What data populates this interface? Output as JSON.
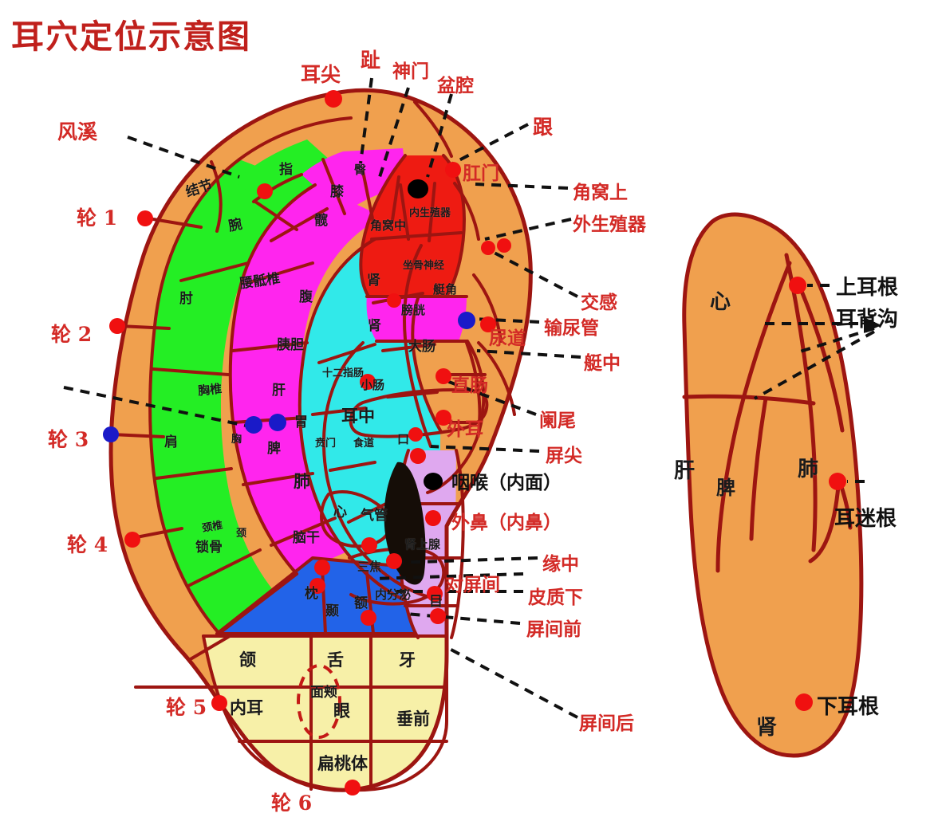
{
  "title": "耳穴定位示意图",
  "colors": {
    "title_red": "#c0201c",
    "label_red": "#d32a26",
    "outline_red": "#a11713",
    "helix_orange": "#f0a04e",
    "green": "#24ee24",
    "magenta": "#ff25ee",
    "cyan": "#31e9e9",
    "red_zone": "#ee1b12",
    "blue_zone": "#2263e8",
    "lobe_yellow": "#f7f0a8",
    "tragus_purple": "#dfa8ef",
    "point_red": "#f01010",
    "point_blue": "#1a1ac8",
    "point_black": "#000000",
    "back_ear_orange": "#f0a04e"
  },
  "front_ear": {
    "callouts_top": [
      {
        "id": "er-jian",
        "text": "耳尖"
      },
      {
        "id": "zhi",
        "text": "趾"
      },
      {
        "id": "shen-men",
        "text": "神门"
      },
      {
        "id": "pen-qiang",
        "text": "盆腔"
      },
      {
        "id": "gen",
        "text": "跟"
      }
    ],
    "callouts_left": [
      {
        "id": "feng-xi",
        "text": "风溪"
      },
      {
        "id": "lun-1",
        "text": "轮 1"
      },
      {
        "id": "lun-2",
        "text": "轮 2"
      },
      {
        "id": "lun-3",
        "text": "轮 3"
      },
      {
        "id": "lun-4",
        "text": "轮 4"
      },
      {
        "id": "lun-5",
        "text": "轮 5"
      },
      {
        "id": "lun-6",
        "text": "轮 6"
      }
    ],
    "callouts_right": [
      {
        "id": "gang-men",
        "text": "肛门"
      },
      {
        "id": "jiao-wo-shang",
        "text": "角窝上"
      },
      {
        "id": "wai-sheng-zhi-qi",
        "text": "外生殖器"
      },
      {
        "id": "jiao-gan",
        "text": "交感"
      },
      {
        "id": "shu-niao-guan",
        "text": "输尿管"
      },
      {
        "id": "niao-dao",
        "text": "尿道"
      },
      {
        "id": "ting-zhong",
        "text": "艇中"
      },
      {
        "id": "zhi-chang",
        "text": "直肠"
      },
      {
        "id": "lan-wei",
        "text": "阑尾"
      },
      {
        "id": "wai-er",
        "text": "外耳"
      },
      {
        "id": "ping-jian",
        "text": "屏尖"
      },
      {
        "id": "yan-hou",
        "text": "咽喉（内面）"
      },
      {
        "id": "wai-bi",
        "text": "外鼻（内鼻）"
      },
      {
        "id": "yuan-zhong",
        "text": "缘中"
      },
      {
        "id": "dui-ping-jian",
        "text": "对屏间"
      },
      {
        "id": "pi-zhi-xia",
        "text": "皮质下"
      },
      {
        "id": "ping-jian-qian",
        "text": "屏间前"
      },
      {
        "id": "ping-jian-hou",
        "text": "屏间后"
      }
    ],
    "regions": [
      {
        "id": "jie-jie",
        "text": "结节"
      },
      {
        "id": "zhi-finger",
        "text": "指"
      },
      {
        "id": "wan",
        "text": "腕"
      },
      {
        "id": "zhou",
        "text": "肘"
      },
      {
        "id": "jian",
        "text": "肩"
      },
      {
        "id": "suo-gu",
        "text": "锁骨"
      },
      {
        "id": "xi",
        "text": "膝"
      },
      {
        "id": "kuan",
        "text": "髋"
      },
      {
        "id": "tun",
        "text": "臀"
      },
      {
        "id": "yao-di-zhui",
        "text": "腰骶椎"
      },
      {
        "id": "fu",
        "text": "腹"
      },
      {
        "id": "xiong-zhui",
        "text": "胸椎"
      },
      {
        "id": "xiong",
        "text": "胸"
      },
      {
        "id": "jing-zhui",
        "text": "颈椎"
      },
      {
        "id": "jing",
        "text": "颈"
      },
      {
        "id": "jiao-wo-zhong",
        "text": "角窝中"
      },
      {
        "id": "nei-sheng-zhi-qi",
        "text": "内生殖器"
      },
      {
        "id": "zuo-gu-shen-jing",
        "text": "坐骨神经"
      },
      {
        "id": "shen-upper",
        "text": "肾"
      },
      {
        "id": "ting-jiao",
        "text": "艇角"
      },
      {
        "id": "pang-guang",
        "text": "膀胱"
      },
      {
        "id": "shen-lower",
        "text": "肾"
      },
      {
        "id": "da-chang",
        "text": "大肠"
      },
      {
        "id": "yi-dan",
        "text": "胰胆"
      },
      {
        "id": "shi-er-zhi-chang",
        "text": "十二指肠"
      },
      {
        "id": "xiao-chang",
        "text": "小肠"
      },
      {
        "id": "gan",
        "text": "肝"
      },
      {
        "id": "wei",
        "text": "胃"
      },
      {
        "id": "pi",
        "text": "脾"
      },
      {
        "id": "er-zhong",
        "text": "耳中"
      },
      {
        "id": "ben-men",
        "text": "贲门"
      },
      {
        "id": "shi-dao",
        "text": "食道"
      },
      {
        "id": "kou",
        "text": "口"
      },
      {
        "id": "fei",
        "text": "肺"
      },
      {
        "id": "xin",
        "text": "心"
      },
      {
        "id": "qi-guan",
        "text": "气管"
      },
      {
        "id": "nao-gan",
        "text": "脑干"
      },
      {
        "id": "san-jiao",
        "text": "三焦"
      },
      {
        "id": "nei-fen-mi",
        "text": "内分泌"
      },
      {
        "id": "zhen",
        "text": "枕"
      },
      {
        "id": "nie",
        "text": "颞"
      },
      {
        "id": "e",
        "text": "额"
      },
      {
        "id": "shen-shang-xian",
        "text": "肾上腺"
      },
      {
        "id": "mu",
        "text": "目"
      },
      {
        "id": "he",
        "text": "颌"
      },
      {
        "id": "she",
        "text": "舌"
      },
      {
        "id": "ya",
        "text": "牙"
      },
      {
        "id": "nei-er",
        "text": "内耳"
      },
      {
        "id": "mian-jia",
        "text": "面颊"
      },
      {
        "id": "yan",
        "text": "眼"
      },
      {
        "id": "chui-qian",
        "text": "垂前"
      },
      {
        "id": "bian-tao-ti",
        "text": "扁桃体"
      }
    ]
  },
  "back_ear": {
    "regions": [
      {
        "id": "back-xin",
        "text": "心"
      },
      {
        "id": "back-gan",
        "text": "肝"
      },
      {
        "id": "back-pi",
        "text": "脾"
      },
      {
        "id": "back-fei",
        "text": "肺"
      },
      {
        "id": "back-shen",
        "text": "肾"
      }
    ],
    "callouts": [
      {
        "id": "shang-er-gen",
        "text": "上耳根"
      },
      {
        "id": "er-bei-gou",
        "text": "耳背沟"
      },
      {
        "id": "er-mi-gen",
        "text": "耳迷根"
      },
      {
        "id": "xia-er-gen",
        "text": "下耳根"
      }
    ]
  }
}
